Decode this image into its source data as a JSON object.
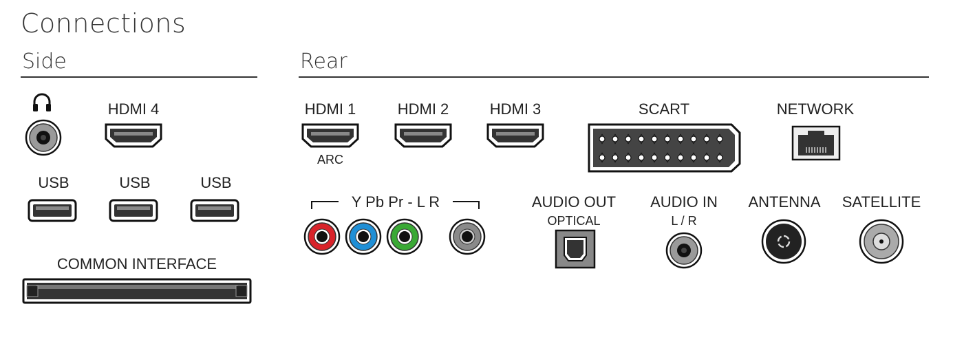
{
  "title": "Connections",
  "side": {
    "heading": "Side",
    "hdmi4_label": "HDMI 4",
    "usb_labels": [
      "USB",
      "USB",
      "USB"
    ],
    "common_interface_label": "COMMON INTERFACE",
    "headphone_icon": "headphones-icon"
  },
  "rear": {
    "heading": "Rear",
    "hdmi1_label": "HDMI 1",
    "hdmi1_sub": "ARC",
    "hdmi2_label": "HDMI 2",
    "hdmi3_label": "HDMI 3",
    "scart_label": "SCART",
    "network_label": "NETWORK",
    "ypbpr_label": "Y Pb Pr - L R",
    "audio_out_label": "AUDIO OUT",
    "audio_out_sub": "OPTICAL",
    "audio_in_label": "AUDIO IN",
    "audio_in_sub": "L / R",
    "antenna_label": "ANTENNA",
    "satellite_label": "SATELLITE"
  },
  "colors": {
    "component_y": "#d8232a",
    "component_pb": "#1f8fd6",
    "component_pr": "#3aa935",
    "component_audio": "#8a8a8a",
    "line": "#333333"
  }
}
